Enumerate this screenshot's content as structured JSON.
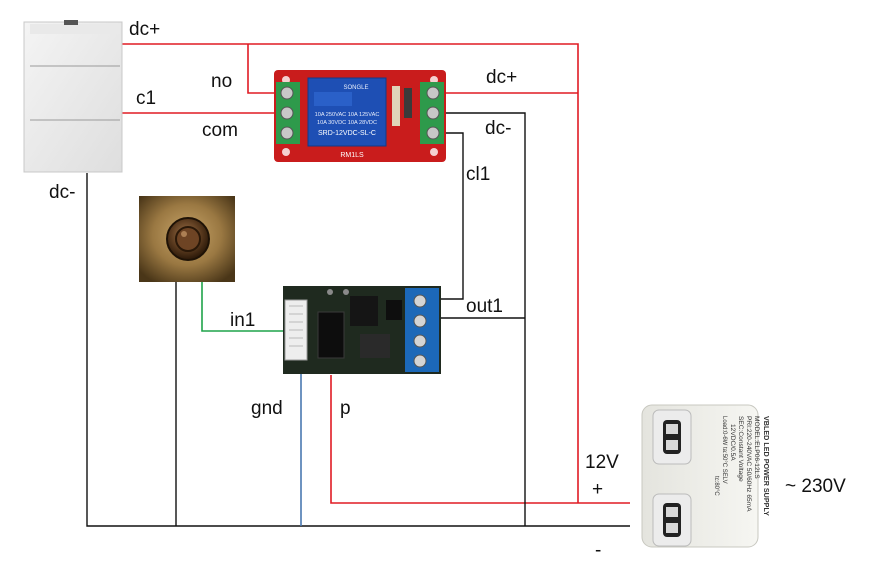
{
  "labels": {
    "dc_plus_top": "dc+",
    "no": "no",
    "c1": "c1",
    "com": "com",
    "dc_plus_relay": "dc+",
    "dc_minus_relay": "dc-",
    "cl1": "cl1",
    "dc_minus_left": "dc-",
    "in1": "in1",
    "out1": "out1",
    "gnd": "gnd",
    "p": "p",
    "v12": "12V",
    "plus": "+",
    "minus": "-",
    "ac": "~ 230V"
  },
  "relay": {
    "brand": "SONGLE",
    "line1": "10A 250VAC  10A 125VAC",
    "line2": "10A 30VDC  10A 28VDC",
    "model": "SRD-12VDC-SL-C",
    "board": "RM1LS"
  },
  "psu": {
    "line1": "VBLED LED POWER SUPPLY",
    "line2": "MODEL:ELP06-12LS",
    "line3": "PRI:220-240VAC 50/60Hz 65mA",
    "line4": "SEC:Constant Voltage",
    "line5": "12VDC/0.5A",
    "line6": "Load:0-6W    ta:50°C    SELV",
    "line7": "tc:80°C"
  },
  "colors": {
    "red_wire": "#e01b24",
    "black_wire": "#111111",
    "green_wire": "#1fa34a",
    "blue_wire": "#4a78b0",
    "relay_board": "#c91c1c",
    "relay_body": "#1e4fb4",
    "terminal_green": "#2e9a4b",
    "terminal_blue": "#1c68b8"
  }
}
